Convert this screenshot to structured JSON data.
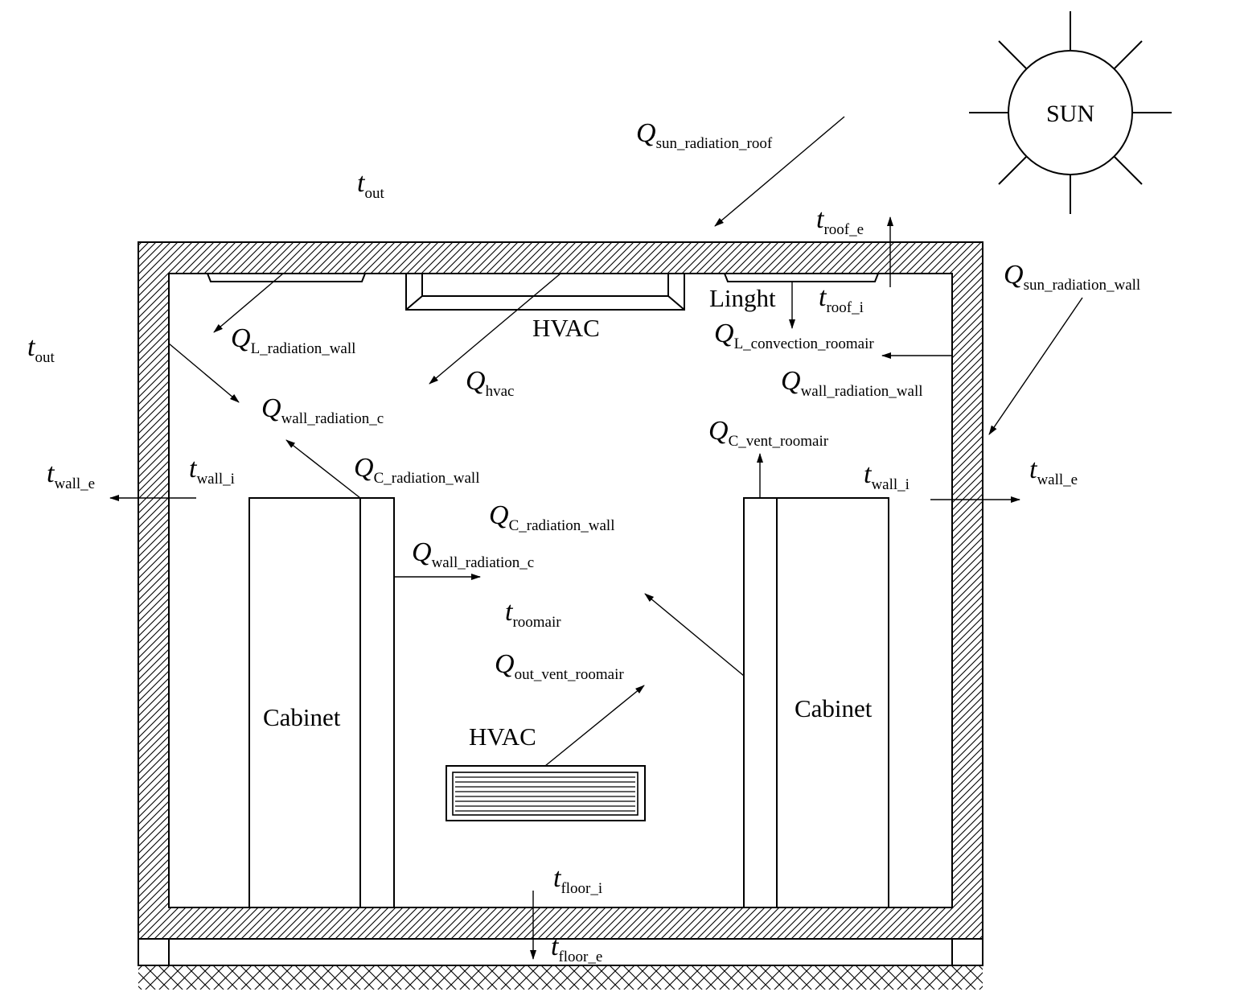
{
  "sun": {
    "label": "SUN"
  },
  "equipment": {
    "hvac_top": "HVAC",
    "hvac_bottom": "HVAC",
    "light": "Linght",
    "cabinet_left": "Cabinet",
    "cabinet_right": "Cabinet"
  },
  "labels": {
    "q_sun_roof": {
      "main": "Q",
      "sub": "sun_radiation_roof"
    },
    "t_out_top": {
      "main": "t",
      "sub": "out"
    },
    "t_roof_e": {
      "main": "t",
      "sub": "roof_e"
    },
    "q_sun_wall": {
      "main": "Q",
      "sub": "sun_radiation_wall"
    },
    "t_roof_i": {
      "main": "t",
      "sub": "roof_i"
    },
    "q_l_conv": {
      "main": "Q",
      "sub": "L_convection_roomair"
    },
    "q_l_rad_wall": {
      "main": "Q",
      "sub": "L_radiation_wall"
    },
    "t_out_left": {
      "main": "t",
      "sub": "out"
    },
    "q_hvac": {
      "main": "Q",
      "sub": "hvac"
    },
    "q_wall_rad_wall": {
      "main": "Q",
      "sub": "wall_radiation_wall"
    },
    "q_wall_rad_c_1": {
      "main": "Q",
      "sub": "wall_radiation_c"
    },
    "q_c_vent": {
      "main": "Q",
      "sub": "C_vent_roomair"
    },
    "t_wall_e_left": {
      "main": "t",
      "sub": "wall_e"
    },
    "t_wall_i_left": {
      "main": "t",
      "sub": "wall_i"
    },
    "q_c_rad_wall_1": {
      "main": "Q",
      "sub": "C_radiation_wall"
    },
    "t_wall_i_right": {
      "main": "t",
      "sub": "wall_i"
    },
    "t_wall_e_right": {
      "main": "t",
      "sub": "wall_e"
    },
    "q_c_rad_wall_2": {
      "main": "Q",
      "sub": "C_radiation_wall"
    },
    "q_wall_rad_c_2": {
      "main": "Q",
      "sub": "wall_radiation_c"
    },
    "t_roomair": {
      "main": "t",
      "sub": "roomair"
    },
    "q_out_vent": {
      "main": "Q",
      "sub": "out_vent_roomair"
    },
    "t_floor_i": {
      "main": "t",
      "sub": "floor_i"
    },
    "t_floor_e": {
      "main": "t",
      "sub": "floor_e"
    }
  }
}
